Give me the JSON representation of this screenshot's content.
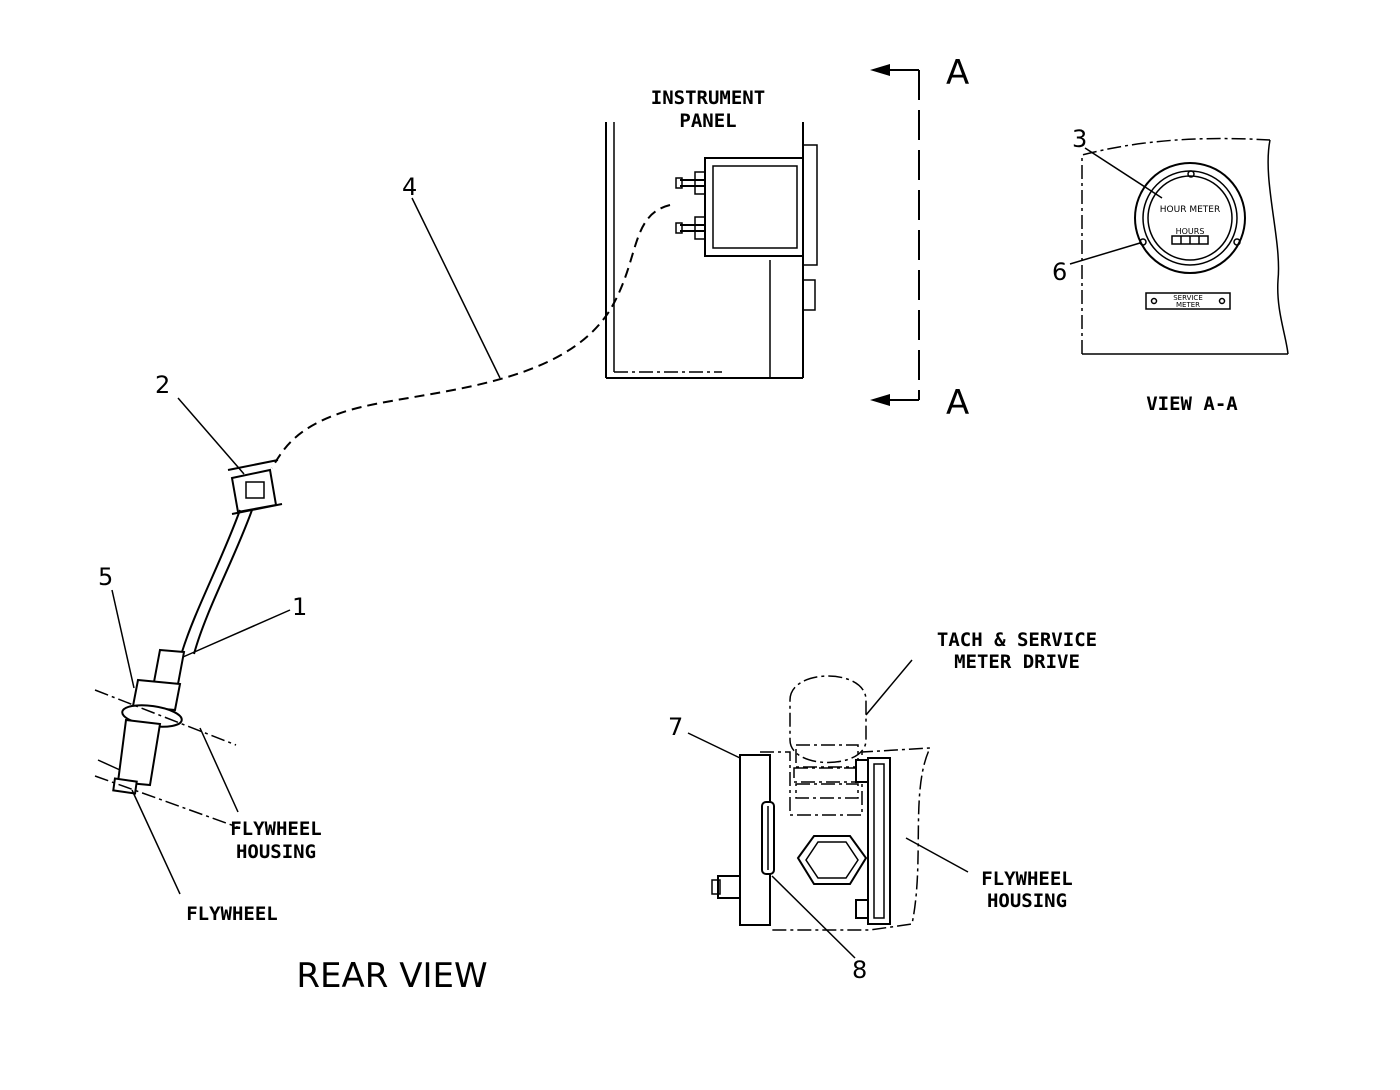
{
  "labels": {
    "instrument_panel_1": "INSTRUMENT",
    "instrument_panel_2": "PANEL",
    "section_a_top": "A",
    "section_a_bottom": "A",
    "view_aa": "VIEW A-A",
    "hour_meter": "HOUR METER",
    "hours": "HOURS",
    "service_meter_1": "SERVICE",
    "service_meter_2": "METER",
    "tach_1": "TACH & SERVICE",
    "tach_2": "METER DRIVE",
    "flywheel_housing_left_1": "FLYWHEEL",
    "flywheel_housing_left_2": "HOUSING",
    "flywheel": "FLYWHEEL",
    "flywheel_housing_right_1": "FLYWHEEL",
    "flywheel_housing_right_2": "HOUSING",
    "rear_view": "REAR VIEW"
  },
  "callouts": {
    "c1": "1",
    "c2": "2",
    "c3": "3",
    "c4": "4",
    "c5": "5",
    "c6": "6",
    "c7": "7",
    "c8": "8"
  }
}
